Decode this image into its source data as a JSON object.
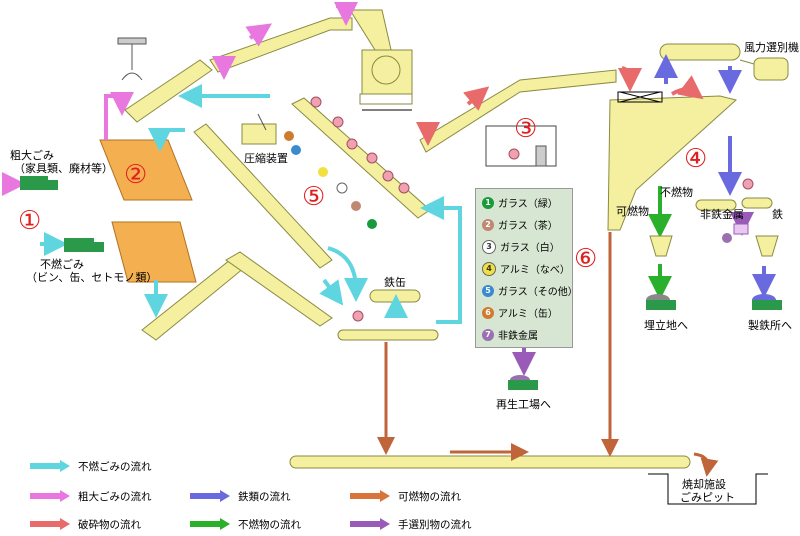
{
  "labels": {
    "bulky": "粗大ごみ",
    "bulky_sub": "（家具類、廃材等）",
    "noncomb": "不燃ごみ",
    "noncomb_sub": "（ビン、缶、セトモノ類）",
    "press": "圧縮装置",
    "iron_can": "鉄缶",
    "wind": "風力選別機",
    "combustible": "可燃物",
    "nonburn": "不燃物",
    "nonferrous": "非鉄金属",
    "iron": "鉄",
    "landfill": "埋立地へ",
    "steel": "製鉄所へ",
    "recycle": "再生工場へ",
    "incin1": "焼却施設",
    "incin2": "ごみピット"
  },
  "numbers": [
    "①",
    "②",
    "③",
    "④",
    "⑤",
    "⑥"
  ],
  "sort_items": [
    {
      "n": "1",
      "label": "ガラス（緑）",
      "color": "#1a9a3a"
    },
    {
      "n": "2",
      "label": "ガラス（茶）",
      "color": "#c08870"
    },
    {
      "n": "3",
      "label": "ガラス（白）",
      "color": "#ffffff"
    },
    {
      "n": "4",
      "label": "アルミ（なべ）",
      "color": "#f0e040"
    },
    {
      "n": "5",
      "label": "ガラス（その他）",
      "color": "#3a8ad0"
    },
    {
      "n": "6",
      "label": "アルミ（缶）",
      "color": "#d07a30"
    },
    {
      "n": "7",
      "label": "非鉄金属",
      "color": "#9a70b0"
    }
  ],
  "legend": [
    {
      "label": "不燃ごみの流れ",
      "color": "#5fd6df"
    },
    {
      "label": "粗大ごみの流れ",
      "color": "#e878e0"
    },
    {
      "label": "破砕物の流れ",
      "color": "#e86a6a"
    },
    {
      "label": "鉄類の流れ",
      "color": "#6a6ae0"
    },
    {
      "label": "不燃物の流れ",
      "color": "#2ab02a"
    },
    {
      "label": "可燃物の流れ",
      "color": "#d8743a"
    },
    {
      "label": "手選別物の流れ",
      "color": "#9a5ab8"
    }
  ]
}
